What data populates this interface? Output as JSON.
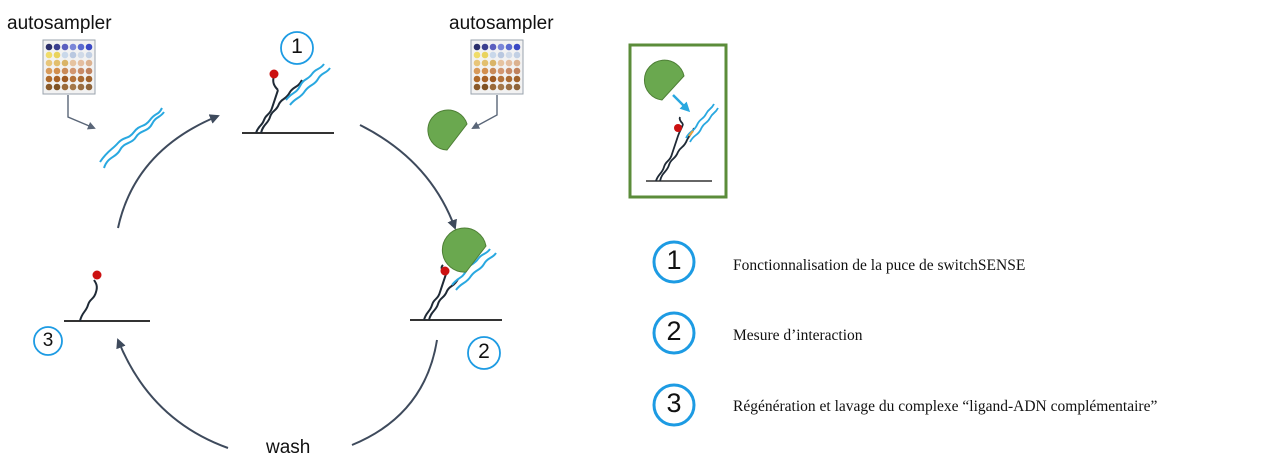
{
  "diagram": {
    "autosampler_left": "autosampler",
    "autosampler_right": "autosampler",
    "wash": "wash",
    "step1": "1",
    "step2": "2",
    "step3": "3"
  },
  "legend": {
    "items": [
      {
        "number": "1",
        "text": "Fonctionnalisation de la puce de switchSENSE"
      },
      {
        "number": "2",
        "text": "Mesure d’interaction"
      },
      {
        "number": "3",
        "text": "Régénération et lavage du complexe “ligand-ADN complémentaire”"
      }
    ]
  },
  "colors": {
    "circle_blue": "#1d9be3",
    "dna_blue": "#29a8e0",
    "dna_dark": "#1f2a36",
    "protein_green": "#6aa84f",
    "frame_green": "#5b8c3a",
    "arrow": "#3e4a5c",
    "red_dot": "#cc1111"
  }
}
